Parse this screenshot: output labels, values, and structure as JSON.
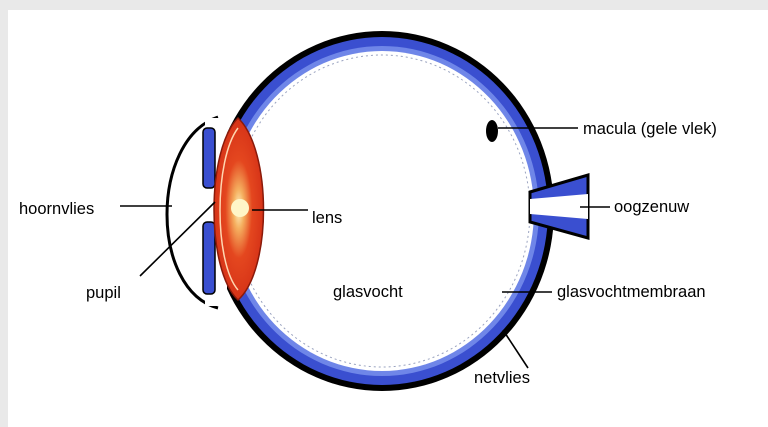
{
  "labels": {
    "macula": "macula (gele vlek)",
    "optic_nerve": "oogzenuw",
    "cornea": "hoornvlies",
    "lens": "lens",
    "pupil": "pupil",
    "vitreous": "glasvocht",
    "vitreous_membrane": "glasvochtmembraan",
    "retina": "netvlies"
  },
  "colors": {
    "sclera_outline": "#000000",
    "choroid_blue": "#3a4fd0",
    "lens_red": "#d9301a",
    "lens_orange": "#f07a2a",
    "lens_highlight": "#fff6c8",
    "background": "#ffffff",
    "page_border": "#e9e9e9"
  }
}
